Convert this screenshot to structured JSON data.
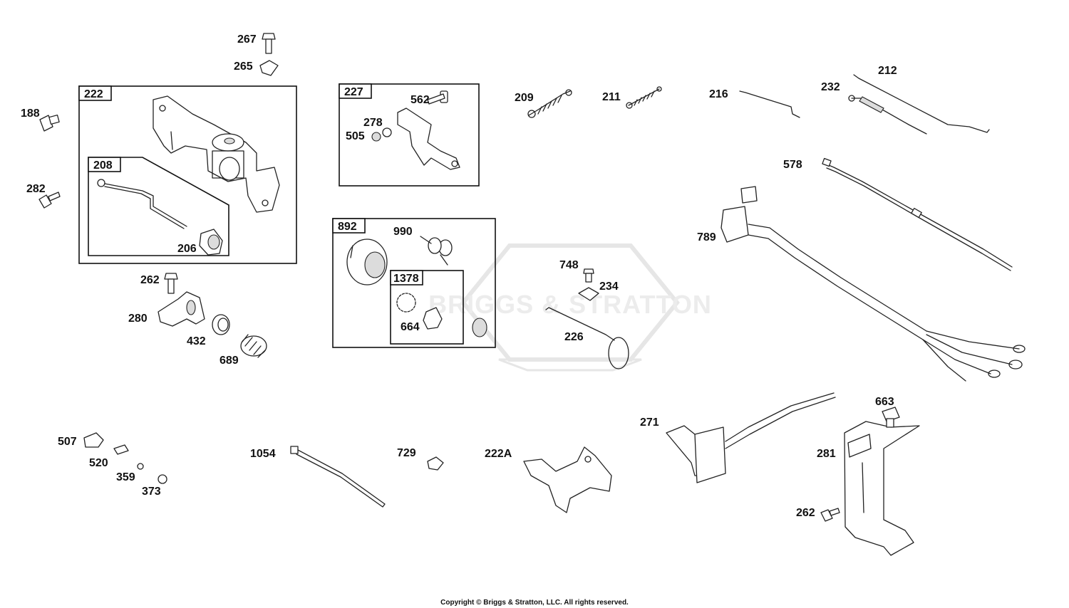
{
  "watermark": {
    "text": "BRIGGS & STRATTON"
  },
  "copyright": "Copyright © Briggs & Stratton, LLC. All rights reserved.",
  "box_tags": {
    "b222": "222",
    "b208": "208",
    "b227": "227",
    "b892": "892",
    "b1378": "1378"
  },
  "callouts": {
    "p267": "267",
    "p265": "265",
    "p188": "188",
    "p282": "282",
    "p206": "206",
    "p262a": "262",
    "p280": "280",
    "p432": "432",
    "p689": "689",
    "p562": "562",
    "p278": "278",
    "p505": "505",
    "p990": "990",
    "p664": "664",
    "p209": "209",
    "p211": "211",
    "p216": "216",
    "p212": "212",
    "p232": "232",
    "p578": "578",
    "p789": "789",
    "p748": "748",
    "p234": "234",
    "p226": "226",
    "p507": "507",
    "p520": "520",
    "p359": "359",
    "p373": "373",
    "p1054": "1054",
    "p729": "729",
    "p222A": "222A",
    "p271": "271",
    "p663": "663",
    "p281": "281",
    "p262b": "262"
  }
}
